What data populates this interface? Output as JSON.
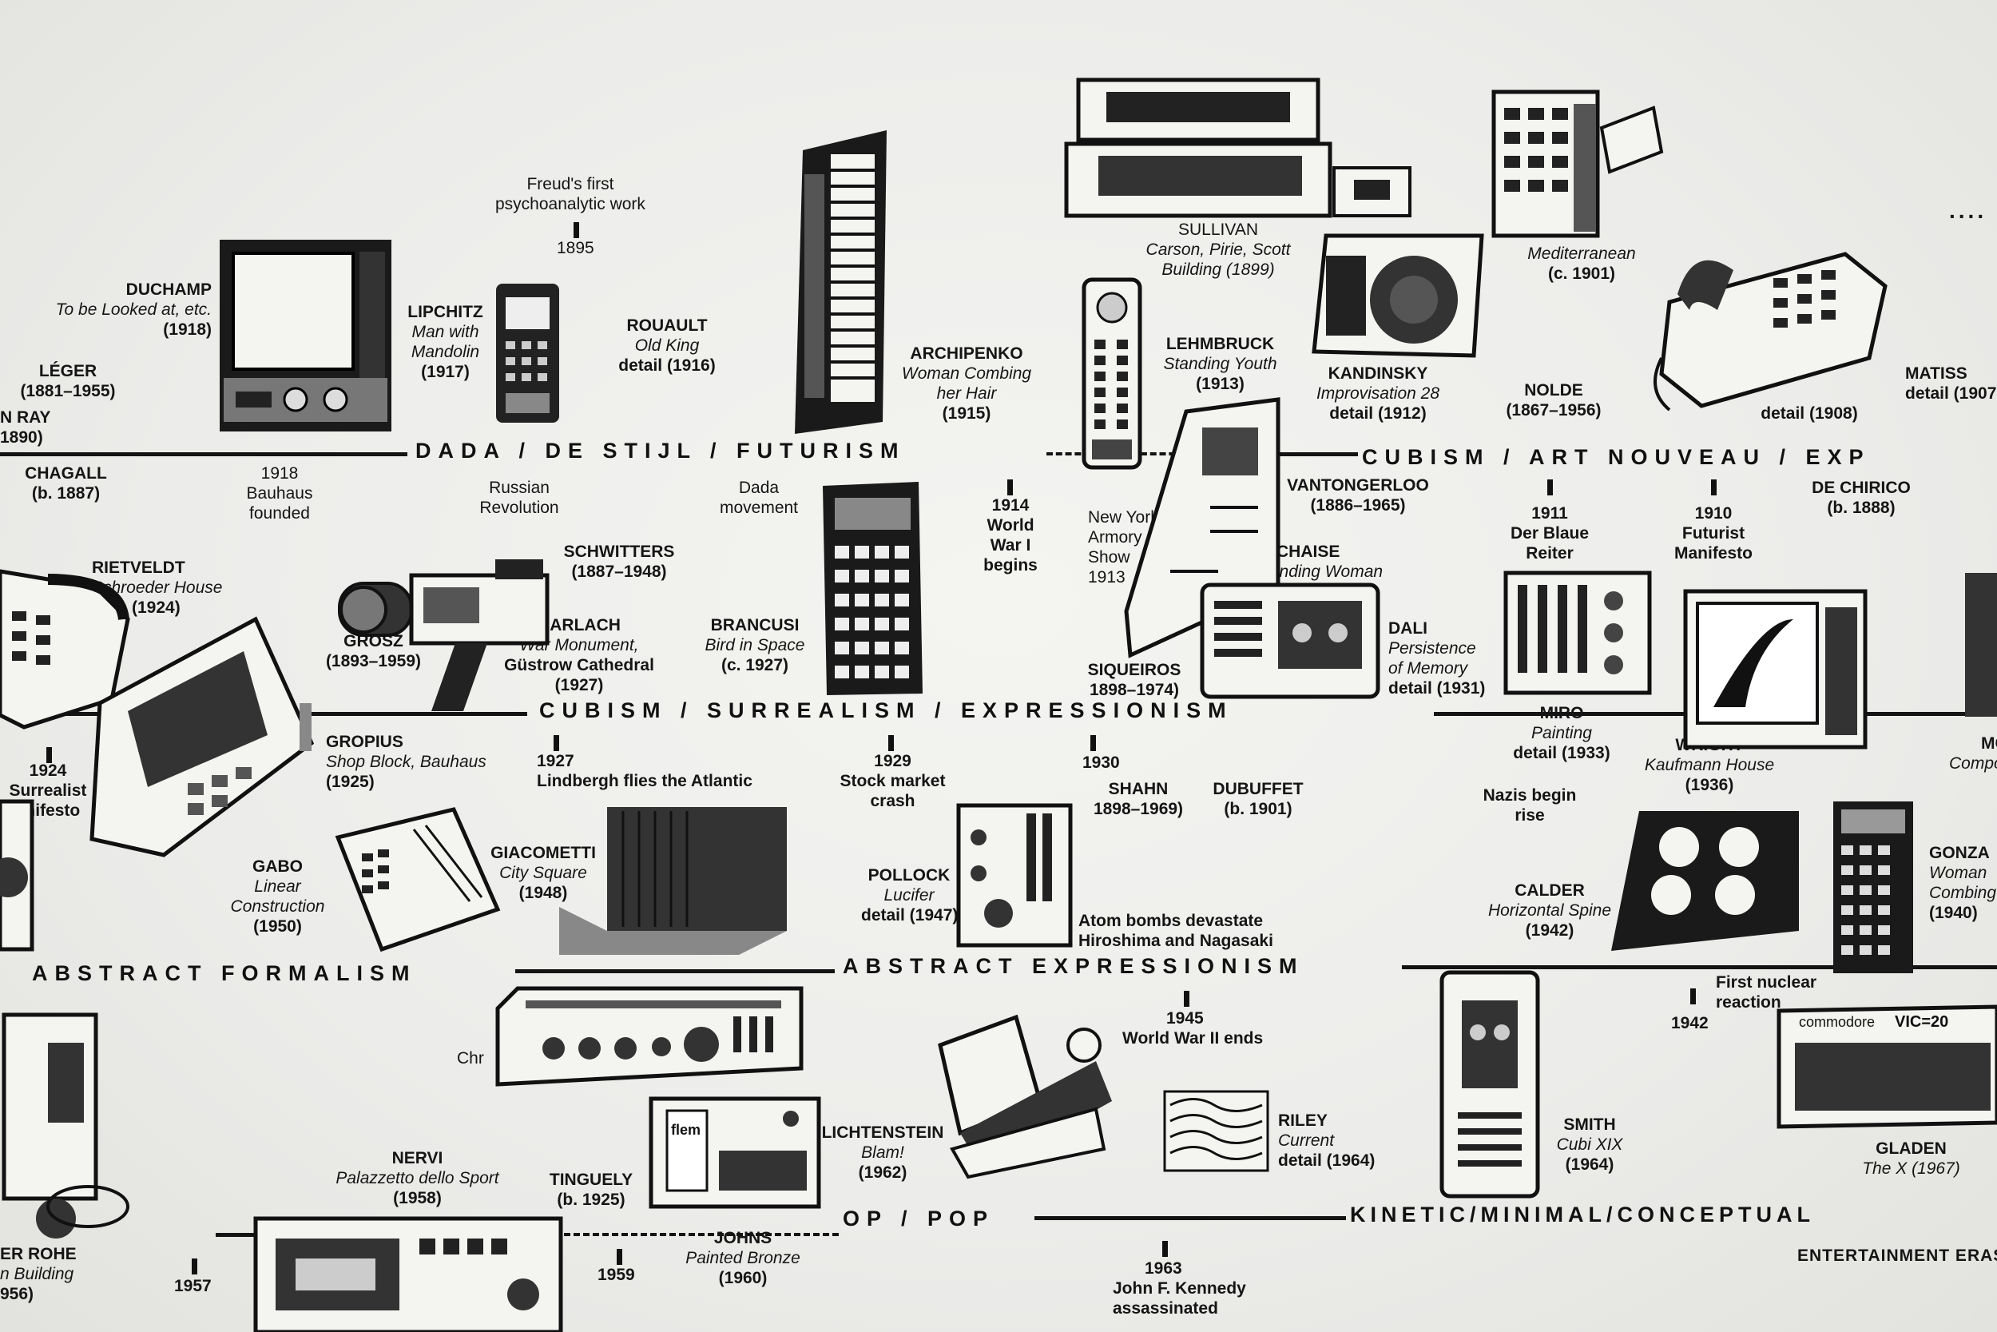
{
  "bands": [
    {
      "text": "DADA / DE STIJL / FUTURISM"
    },
    {
      "text": "CUBISM / ART NOUVEAU / EXP"
    },
    {
      "text": "CUBISM / SURREALISM / EXPRESSIONISM"
    },
    {
      "text": "ABSTRACT FORMALISM"
    },
    {
      "text": "ABSTRACT EXPRESSIONISM"
    },
    {
      "text": "OP / POP"
    },
    {
      "text": "KINETIC/MINIMAL/CONCEPTUAL"
    }
  ],
  "labels": [
    {
      "lines": [
        {
          "t": "Freud's first"
        },
        {
          "t": "psychoanalytic work"
        }
      ]
    },
    {
      "lines": [
        {
          "t": "1895"
        }
      ]
    },
    {
      "lines": [
        {
          "t": "DUCHAMP",
          "s": "b"
        },
        {
          "t": "To be Looked at, etc.",
          "s": "i"
        },
        {
          "t": "(1918)",
          "s": "b"
        }
      ]
    },
    {
      "lines": [
        {
          "t": "LÉGER",
          "s": "b"
        },
        {
          "t": "(1881–1955)",
          "s": "b"
        }
      ]
    },
    {
      "lines": [
        {
          "t": "N RAY",
          "s": "b"
        },
        {
          "t": "1890)",
          "s": "b"
        }
      ]
    },
    {
      "lines": [
        {
          "t": "LIPCHITZ",
          "s": "b"
        },
        {
          "t": "Man with",
          "s": "i"
        },
        {
          "t": "Mandolin",
          "s": "i"
        },
        {
          "t": "(1917)",
          "s": "b"
        }
      ]
    },
    {
      "lines": [
        {
          "t": "ROUAULT",
          "s": "b"
        },
        {
          "t": "Old King",
          "s": "i"
        },
        {
          "t": "detail (1916)",
          "s": "b"
        }
      ]
    },
    {
      "lines": [
        {
          "t": "ARCHIPENKO",
          "s": "b"
        },
        {
          "t": "Woman Combing",
          "s": "i"
        },
        {
          "t": "her Hair",
          "s": "i"
        },
        {
          "t": "(1915)",
          "s": "b"
        }
      ]
    },
    {
      "lines": [
        {
          "t": "SULLIVAN"
        },
        {
          "t": "Carson, Pirie, Scott",
          "s": "i"
        },
        {
          "t": "Building (1899)",
          "s": "i"
        }
      ]
    },
    {
      "lines": [
        {
          "t": "LEHMBRUCK",
          "s": "b"
        },
        {
          "t": "Standing Youth",
          "s": "i"
        },
        {
          "t": "(1913)",
          "s": "b"
        }
      ]
    },
    {
      "lines": [
        {
          "t": "KANDINSKY",
          "s": "b"
        },
        {
          "t": "Improvisation 28",
          "s": "i"
        },
        {
          "t": "detail (1912)",
          "s": "b"
        }
      ]
    },
    {
      "lines": [
        {
          "t": "NOLDE",
          "s": "b"
        },
        {
          "t": "(1867–1956)",
          "s": "b"
        }
      ]
    },
    {
      "lines": [
        {
          "t": "Mediterranean",
          "s": "i"
        },
        {
          "t": "(c. 1901)",
          "s": "b"
        }
      ]
    },
    {
      "lines": [
        {
          "t": "detail (1908)",
          "s": "b"
        }
      ]
    },
    {
      "lines": [
        {
          "t": "MATISS",
          "s": "b"
        },
        {
          "t": "detail (1907",
          "s": "b"
        }
      ]
    },
    {
      "lines": [
        {
          "t": "CHAGALL",
          "s": "b"
        },
        {
          "t": "(b. 1887)",
          "s": "b"
        }
      ]
    },
    {
      "lines": [
        {
          "t": "1918"
        },
        {
          "t": "Bauhaus"
        },
        {
          "t": "founded"
        }
      ]
    },
    {
      "lines": [
        {
          "t": "Russian"
        },
        {
          "t": "Revolution"
        }
      ]
    },
    {
      "lines": [
        {
          "t": "Dada"
        },
        {
          "t": "movement"
        }
      ]
    },
    {
      "lines": [
        {
          "t": "1914",
          "s": "b"
        },
        {
          "t": "World",
          "s": "b"
        },
        {
          "t": "War I",
          "s": "b"
        },
        {
          "t": "begins",
          "s": "b"
        }
      ]
    },
    {
      "lines": [
        {
          "t": "New York"
        },
        {
          "t": "Armory"
        },
        {
          "t": "Show"
        },
        {
          "t": "1913"
        }
      ]
    },
    {
      "lines": [
        {
          "t": "VANTONGERLOO",
          "s": "b"
        },
        {
          "t": "(1886–1965)",
          "s": "b"
        }
      ]
    },
    {
      "lines": [
        {
          "t": "LACHAISE",
          "s": "b"
        },
        {
          "t": "Standing Woman",
          "s": "i"
        }
      ]
    },
    {
      "lines": [
        {
          "t": "1911",
          "s": "b"
        },
        {
          "t": "Der Blaue",
          "s": "b"
        },
        {
          "t": "Reiter",
          "s": "b"
        }
      ]
    },
    {
      "lines": [
        {
          "t": "1910",
          "s": "b"
        },
        {
          "t": "Futurist",
          "s": "b"
        },
        {
          "t": "Manifesto",
          "s": "b"
        }
      ]
    },
    {
      "lines": [
        {
          "t": "DE CHIRICO",
          "s": "b"
        },
        {
          "t": "(b. 1888)",
          "s": "b"
        }
      ]
    },
    {
      "lines": [
        {
          "t": "RIETVELDT",
          "s": "b"
        },
        {
          "t": "Schroeder House",
          "s": "i"
        },
        {
          "t": "(1924)",
          "s": "b"
        }
      ]
    },
    {
      "lines": [
        {
          "t": "SCHWITTERS",
          "s": "b"
        },
        {
          "t": "(1887–1948)",
          "s": "b"
        }
      ]
    },
    {
      "lines": [
        {
          "t": "GROSZ",
          "s": "b"
        },
        {
          "t": "(1893–1959)",
          "s": "b"
        }
      ]
    },
    {
      "lines": [
        {
          "t": "BARLACH",
          "s": "b"
        },
        {
          "t": "War Monument,",
          "s": "i"
        },
        {
          "t": "Güstrow Cathedral",
          "s": "b"
        },
        {
          "t": "(1927)",
          "s": "b"
        }
      ]
    },
    {
      "lines": [
        {
          "t": "BRANCUSI",
          "s": "b"
        },
        {
          "t": "Bird in Space",
          "s": "i"
        },
        {
          "t": "(c. 1927)",
          "s": "b"
        }
      ]
    },
    {
      "lines": [
        {
          "t": "SIQUEIROS",
          "s": "b"
        },
        {
          "t": "1898–1974)",
          "s": "b"
        }
      ]
    },
    {
      "lines": [
        {
          "t": "DALI",
          "s": "b"
        },
        {
          "t": "Persistence",
          "s": "i"
        },
        {
          "t": "of Memory",
          "s": "i"
        },
        {
          "t": "detail (1931)",
          "s": "b"
        }
      ]
    },
    {
      "lines": [
        {
          "t": "1924",
          "s": "b"
        },
        {
          "t": "Surrealist",
          "s": "b"
        },
        {
          "t": "anifesto",
          "s": "b"
        }
      ]
    },
    {
      "lines": [
        {
          "t": "GROPIUS",
          "s": "b"
        },
        {
          "t": "Shop Block, Bauhaus",
          "s": "i"
        },
        {
          "t": "(1925)",
          "s": "b"
        }
      ]
    },
    {
      "lines": [
        {
          "t": "1927",
          "s": "b"
        },
        {
          "t": "Lindbergh flies the Atlantic",
          "s": "b"
        }
      ]
    },
    {
      "lines": [
        {
          "t": "1929",
          "s": "b"
        },
        {
          "t": "Stock market",
          "s": "b"
        },
        {
          "t": "crash",
          "s": "b"
        }
      ]
    },
    {
      "lines": [
        {
          "t": "1930",
          "s": "b"
        }
      ]
    },
    {
      "lines": [
        {
          "t": "SHAHN",
          "s": "b"
        },
        {
          "t": "1898–1969)",
          "s": "b"
        }
      ]
    },
    {
      "lines": [
        {
          "t": "DUBUFFET",
          "s": "b"
        },
        {
          "t": "(b. 1901)",
          "s": "b"
        }
      ]
    },
    {
      "lines": [
        {
          "t": "MIRO",
          "s": "b"
        },
        {
          "t": "Painting",
          "s": "i"
        },
        {
          "t": "detail (1933)",
          "s": "b"
        }
      ]
    },
    {
      "lines": [
        {
          "t": "WRIGHT",
          "s": "b"
        },
        {
          "t": "Kaufmann House",
          "s": "i"
        },
        {
          "t": "(1936)",
          "s": "b"
        }
      ]
    },
    {
      "lines": [
        {
          "t": "MO",
          "s": "b"
        },
        {
          "t": "Compositi",
          "s": "i"
        }
      ]
    },
    {
      "lines": [
        {
          "t": "Nazis begin",
          "s": "b"
        },
        {
          "t": "rise",
          "s": "b"
        }
      ]
    },
    {
      "lines": [
        {
          "t": "GABO",
          "s": "b"
        },
        {
          "t": "Linear",
          "s": "i"
        },
        {
          "t": "Construction",
          "s": "i"
        },
        {
          "t": "(1950)",
          "s": "b"
        }
      ]
    },
    {
      "lines": [
        {
          "t": "GIACOMETTI",
          "s": "b"
        },
        {
          "t": "City Square",
          "s": "i"
        },
        {
          "t": "(1948)",
          "s": "b"
        }
      ]
    },
    {
      "lines": [
        {
          "t": "POLLOCK",
          "s": "b"
        },
        {
          "t": "Lucifer",
          "s": "i"
        },
        {
          "t": "detail (1947)",
          "s": "b"
        }
      ]
    },
    {
      "lines": [
        {
          "t": "Atom bombs devastate",
          "s": "b"
        },
        {
          "t": "Hiroshima and Nagasaki",
          "s": "b"
        }
      ]
    },
    {
      "lines": [
        {
          "t": "CALDER",
          "s": "b"
        },
        {
          "t": "Horizontal Spine",
          "s": "i"
        },
        {
          "t": "(1942)",
          "s": "b"
        }
      ]
    },
    {
      "lines": [
        {
          "t": "GONZA",
          "s": "b"
        },
        {
          "t": "Woman",
          "s": "i"
        },
        {
          "t": "Combing",
          "s": "i"
        },
        {
          "t": "(1940)",
          "s": "b"
        }
      ]
    },
    {
      "lines": [
        {
          "t": "Chr"
        }
      ]
    },
    {
      "lines": [
        {
          "t": "1945",
          "s": "b"
        },
        {
          "t": "World War II ends",
          "s": "b"
        }
      ]
    },
    {
      "lines": [
        {
          "t": "First nuclear",
          "s": "b"
        },
        {
          "t": "reaction",
          "s": "b"
        }
      ]
    },
    {
      "lines": [
        {
          "t": "1942",
          "s": "b"
        }
      ]
    },
    {
      "lines": [
        {
          "t": "NERVI",
          "s": "b"
        },
        {
          "t": "Palazzetto dello Sport",
          "s": "i"
        },
        {
          "t": "(1958)",
          "s": "b"
        }
      ]
    },
    {
      "lines": [
        {
          "t": "TINGUELY",
          "s": "b"
        },
        {
          "t": "(b. 1925)",
          "s": "b"
        }
      ]
    },
    {
      "lines": [
        {
          "t": "LICHTENSTEIN",
          "s": "b"
        },
        {
          "t": "Blam!",
          "s": "i"
        },
        {
          "t": "(1962)",
          "s": "b"
        }
      ]
    },
    {
      "lines": [
        {
          "t": "RILEY",
          "s": "b"
        },
        {
          "t": "Current",
          "s": "i"
        },
        {
          "t": "detail (1964)",
          "s": "b"
        }
      ]
    },
    {
      "lines": [
        {
          "t": "SMITH",
          "s": "b"
        },
        {
          "t": "Cubi XIX",
          "s": "i"
        },
        {
          "t": "(1964)",
          "s": "b"
        }
      ]
    },
    {
      "lines": [
        {
          "t": "GLADEN",
          "s": "b"
        },
        {
          "t": "The X (1967)",
          "s": "i"
        }
      ]
    },
    {
      "lines": [
        {
          "t": "ER ROHE",
          "s": "b"
        },
        {
          "t": "n Building",
          "s": "i"
        },
        {
          "t": "956)",
          "s": "b"
        }
      ]
    },
    {
      "lines": [
        {
          "t": "1957",
          "s": "b"
        }
      ]
    },
    {
      "lines": [
        {
          "t": "1959",
          "s": "b"
        }
      ]
    },
    {
      "lines": [
        {
          "t": "JOHNS",
          "s": "b"
        },
        {
          "t": "Painted Bronze",
          "s": "i"
        },
        {
          "t": "(1960)",
          "s": "b"
        }
      ]
    },
    {
      "lines": [
        {
          "t": "1963",
          "s": "b"
        },
        {
          "t": "John F. Kennedy",
          "s": "b"
        },
        {
          "t": "assassinated",
          "s": "b"
        }
      ]
    }
  ],
  "footer_text": "ENTERTAINMENT ERAS",
  "dots": "....",
  "device_text": {
    "commodore": "commodore",
    "vic20": "VIC=20",
    "yamaha": "flem"
  }
}
